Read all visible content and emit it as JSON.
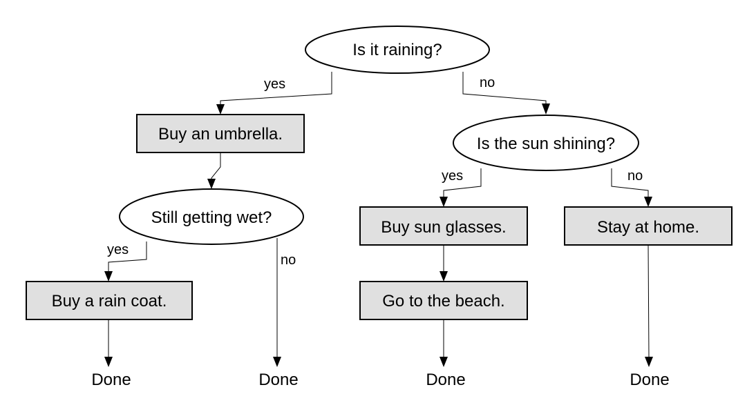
{
  "nodes": {
    "raining": "Is it raining?",
    "umbrella": "Buy an umbrella.",
    "wet": "Still getting wet?",
    "raincoat": "Buy a rain coat.",
    "sun": "Is the sun shining?",
    "sunglasses": "Buy sun glasses.",
    "beach": "Go to the beach.",
    "home": "Stay at home."
  },
  "edges": {
    "raining_yes": "yes",
    "raining_no": "no",
    "wet_yes": "yes",
    "wet_no": "no",
    "sun_yes": "yes",
    "sun_no": "no"
  },
  "ends": {
    "raincoat_done": "Done",
    "wet_no_done": "Done",
    "beach_done": "Done",
    "home_done": "Done"
  },
  "colors": {
    "box_fill": "#e0e0e0",
    "ellipse_fill": "#ffffff",
    "stroke": "#000000"
  }
}
